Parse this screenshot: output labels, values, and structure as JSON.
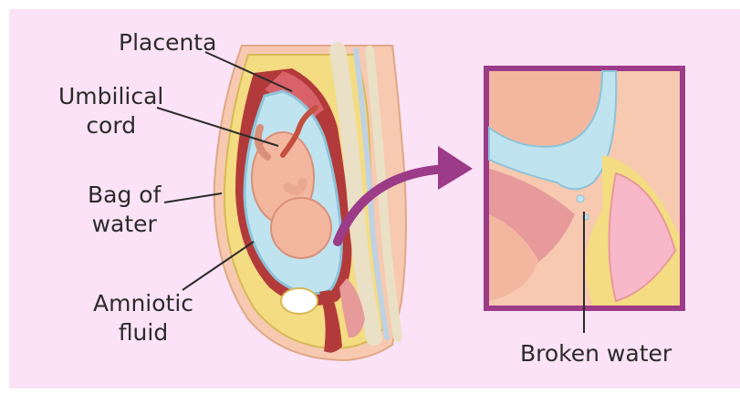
{
  "labels": {
    "placenta": "Placenta",
    "umbilical_line1": "Umbilical",
    "umbilical_line2": "cord",
    "bag_line1": "Bag of",
    "bag_line2": "water",
    "amniotic_line1": "Amniotic",
    "amniotic_line2": "fluid",
    "broken_water": "Broken water"
  },
  "colors": {
    "background": "#fbe2f6",
    "frame": "#9c3b88",
    "arrow": "#9c3b88",
    "skin": "#f6c9b0",
    "fetus": "#f3b7a0",
    "amniotic_fluid": "#bfe3ef",
    "tissue_yellow": "#f4dc83",
    "tissue_red": "#b33a3a",
    "placenta": "#d9626a",
    "text": "#2b2b2b"
  }
}
